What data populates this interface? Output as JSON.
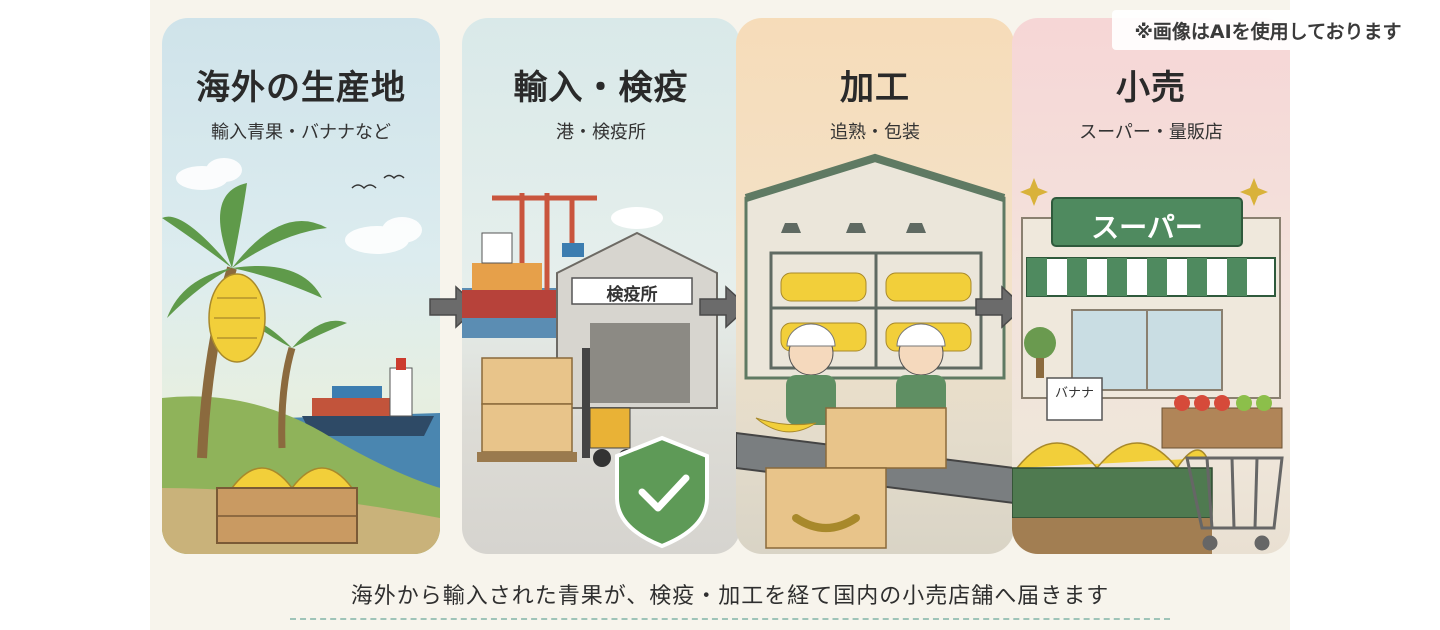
{
  "notice": "※画像はAIを使用しております",
  "steps": [
    {
      "title": "海外の生産地",
      "subtitle": "輸入青果・バナナなど"
    },
    {
      "title": "輸入・検疫",
      "subtitle": "港・検疫所",
      "sign": "検疫所"
    },
    {
      "title": "加工",
      "subtitle": "追熟・包装"
    },
    {
      "title": "小売",
      "subtitle": "スーパー・量販店",
      "store_sign": "スーパー",
      "price_tag": "バナナ"
    }
  ],
  "caption": "海外から輸入された青果が、検疫・加工を経て国内の小売店舗へ届きます",
  "colors": {
    "arrow": "#6b6b6b",
    "banana": "#f2cf3a",
    "store_green": "#4f8a5f",
    "shield_green": "#5e9a57",
    "box": "#e8c48a"
  },
  "icons": [
    "arrow-right-icon",
    "shield-check-icon",
    "banana-icon",
    "shopping-cart-icon"
  ]
}
